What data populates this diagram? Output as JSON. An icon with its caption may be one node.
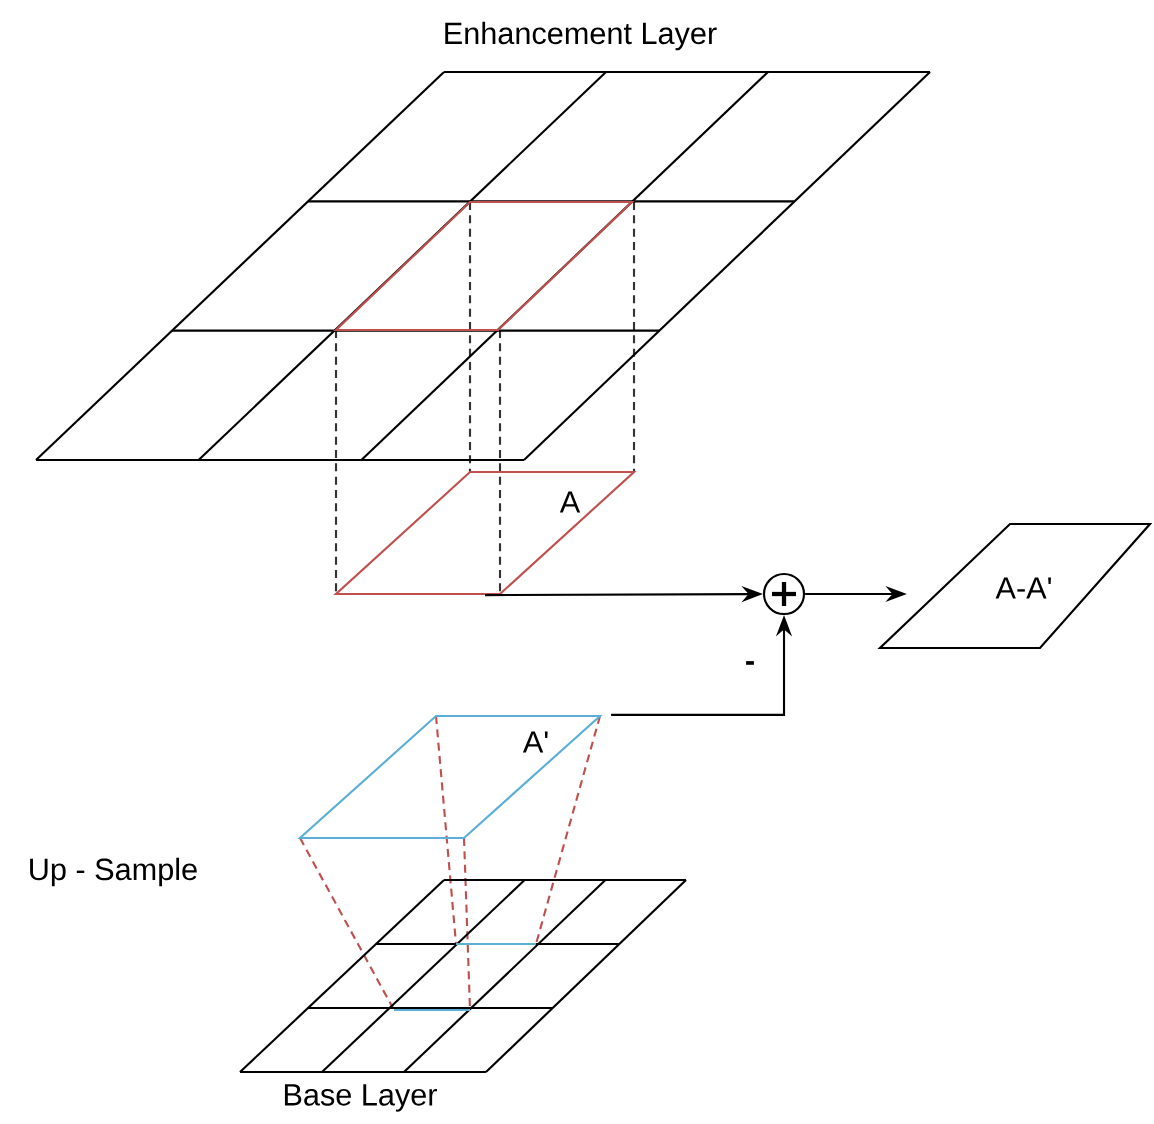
{
  "diagram": {
    "nodes": [
      {
        "text": [
          "Enhancement Layer"
        ]
      },
      {
        "text": [
          "A"
        ]
      },
      {
        "text": [],
        "shape": "circle"
      },
      {
        "text": [
          "A-A'"
        ]
      },
      {
        "text": [
          "A'"
        ]
      },
      {
        "text": [
          "Base Layer"
        ]
      }
    ],
    "edges": [
      {
        "from": 1,
        "to": 2,
        "arrow": "to"
      },
      {
        "from": 2,
        "to": 3,
        "arrow": "to"
      },
      {
        "from": 4,
        "to": 2,
        "arrow": "to",
        "label": "-"
      }
    ],
    "labels": [
      "Up - Sample"
    ]
  }
}
